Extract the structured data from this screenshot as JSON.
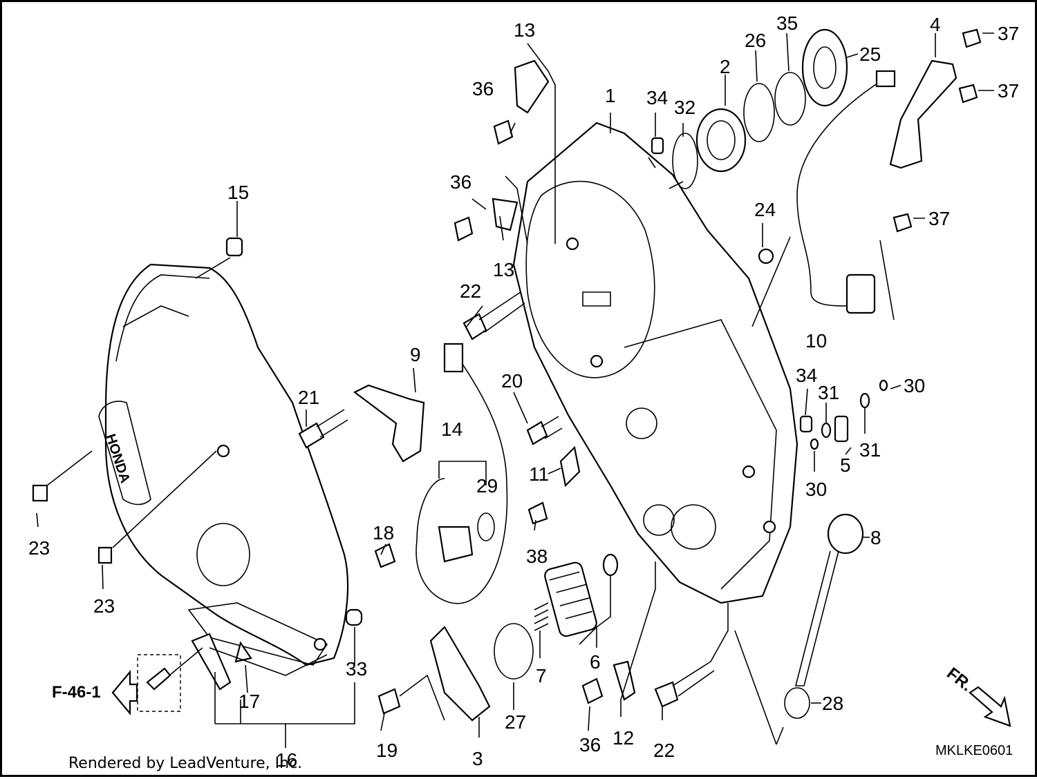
{
  "callouts": [
    "1",
    "2",
    "3",
    "4",
    "5",
    "6",
    "7",
    "8",
    "9",
    "10",
    "11",
    "12",
    "13",
    "13",
    "14",
    "15",
    "16",
    "17",
    "18",
    "19",
    "20",
    "21",
    "22",
    "22",
    "23",
    "23",
    "24",
    "25",
    "26",
    "27",
    "28",
    "29",
    "30",
    "30",
    "31",
    "31",
    "32",
    "33",
    "34",
    "34",
    "35",
    "36",
    "36",
    "36",
    "37",
    "37",
    "37",
    "38"
  ],
  "reference": {
    "label": "F-46-1"
  },
  "cover_brand": "HONDA",
  "front_marker": "FR.",
  "diagram_code": "MKLKE0601",
  "credit": "Rendered by LeadVenture, Inc."
}
